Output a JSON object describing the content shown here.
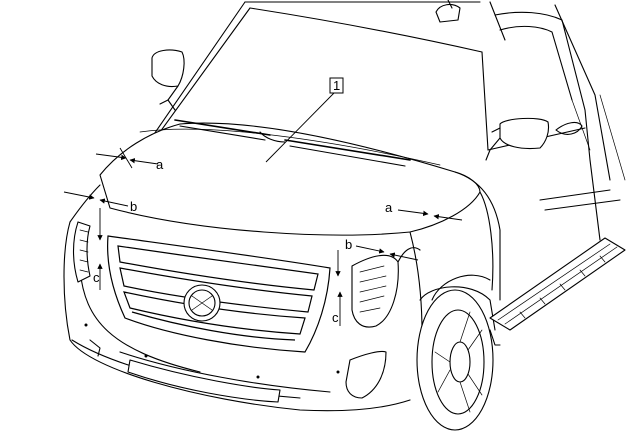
{
  "callouts": {
    "part_number": "1",
    "gap_a_left": "a",
    "gap_b_left": "b",
    "gap_c_left": "c",
    "gap_a_right": "a",
    "gap_b_right": "b",
    "gap_c_right": "c"
  }
}
